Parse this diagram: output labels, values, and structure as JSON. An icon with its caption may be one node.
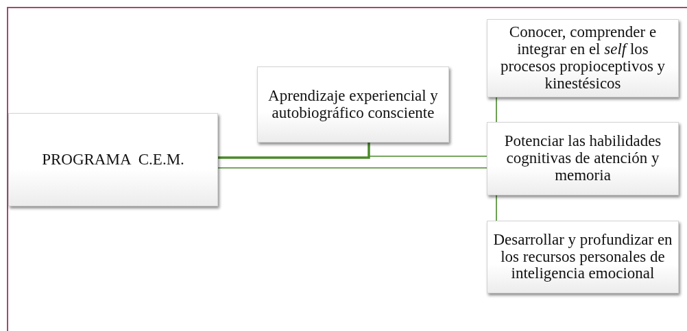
{
  "diagram": {
    "nodes": [
      {
        "text": [
          "PROGRAMA  C.E.M."
        ]
      },
      {
        "text": [
          "Aprendizaje experiencial y autobiográfico consciente"
        ]
      },
      {
        "text": [
          "Conocer, comprender e integrar en el *self* los procesos propioceptivos y kinestésicos"
        ]
      },
      {
        "text": [
          "Potenciar las habilidades cognitivas de atención y memoria"
        ]
      },
      {
        "text": [
          "Desarrollar y profundizar en los recursos personales de inteligencia emocional"
        ]
      }
    ],
    "edges": [
      {
        "from": 0,
        "to": 1,
        "arrow": "none",
        "style": "thick"
      },
      {
        "from": 1,
        "to": 3,
        "arrow": "none"
      },
      {
        "from": 0,
        "to": 3,
        "arrow": "none"
      },
      {
        "from": 2,
        "to": 3,
        "arrow": "none"
      },
      {
        "from": 3,
        "to": 4,
        "arrow": "none"
      }
    ]
  }
}
